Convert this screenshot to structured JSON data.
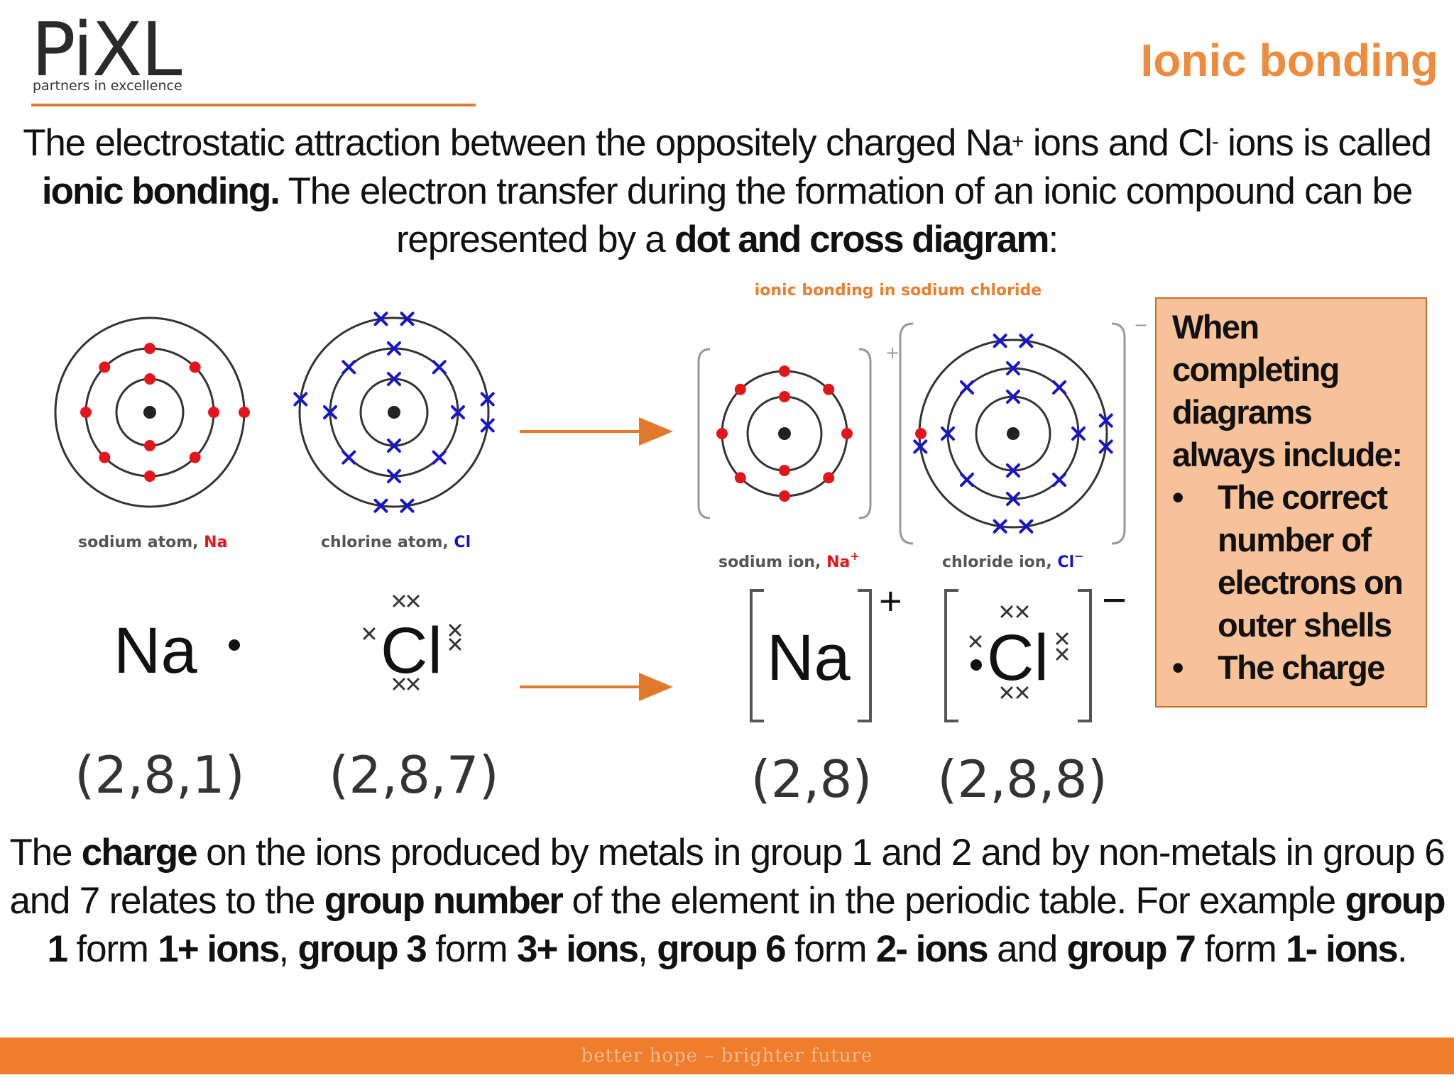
{
  "logo": {
    "name": "PiXL",
    "tagline": "partners in excellence"
  },
  "title": "Ionic bonding",
  "intro": {
    "t1": "The electrostatic attraction between the oppositely charged Na",
    "na_charge": "+",
    "t2": " ions and Cl",
    "cl_charge": "-",
    "t3": " ions is called ",
    "b1": "ionic bonding.",
    "t4": " The electron transfer during the formation of an ionic compound can be represented by a ",
    "b2": "dot and cross diagram",
    "t5": ":"
  },
  "diagram": {
    "header": "ionic bonding in sodium chloride",
    "sodium_atom_label": "sodium atom, ",
    "sodium_atom_symbol": "Na",
    "chlorine_atom_label": "chlorine atom, ",
    "chlorine_atom_symbol": "Cl",
    "sodium_ion_label": "sodium ion, ",
    "sodium_ion_symbol": "Na",
    "sodium_ion_charge": "+",
    "chloride_ion_label": "chloride ion, ",
    "chloride_ion_symbol": "Cl",
    "chloride_ion_charge": "−",
    "bracket_plus": "+",
    "bracket_minus": "−",
    "formula_na": "Na",
    "formula_cl": "Cl",
    "formula_na_ion": "Na",
    "formula_cl_ion": "Cl",
    "formula_plus": "+",
    "formula_minus": "−",
    "config_na": "(2,8,1)",
    "config_cl": "(2,8,7)",
    "config_na_ion": "(2,8)",
    "config_cl_ion": "(2,8,8)",
    "colors": {
      "sodium_electron": "#e3151a",
      "chlorine_electron": "#1616c8",
      "arrow": "#e07a2a"
    }
  },
  "note": {
    "intro": "When completing diagrams always include:",
    "items": [
      "The correct number of electrons on outer shells",
      "The charge"
    ]
  },
  "outro": {
    "t1": "The ",
    "b1": "charge",
    "t2": " on the ions produced by metals in group 1 and 2 and by non-metals in group 6 and 7 relates to the ",
    "b2": "group number",
    "t3": " of the element in the periodic table. For example ",
    "b3": "group 1",
    "t4": " form ",
    "b4": "1+ ions",
    "t5": ", ",
    "b5": "group 3",
    "t6": " form ",
    "b6": "3+ ions",
    "t7": ", ",
    "b7": "group 6",
    "t8": " form ",
    "b8": "2- ions",
    "t9": " and ",
    "b9": "group 7",
    "t10": " form ",
    "b10": "1- ions",
    "t11": "."
  },
  "footer": "better hope – brighter future"
}
